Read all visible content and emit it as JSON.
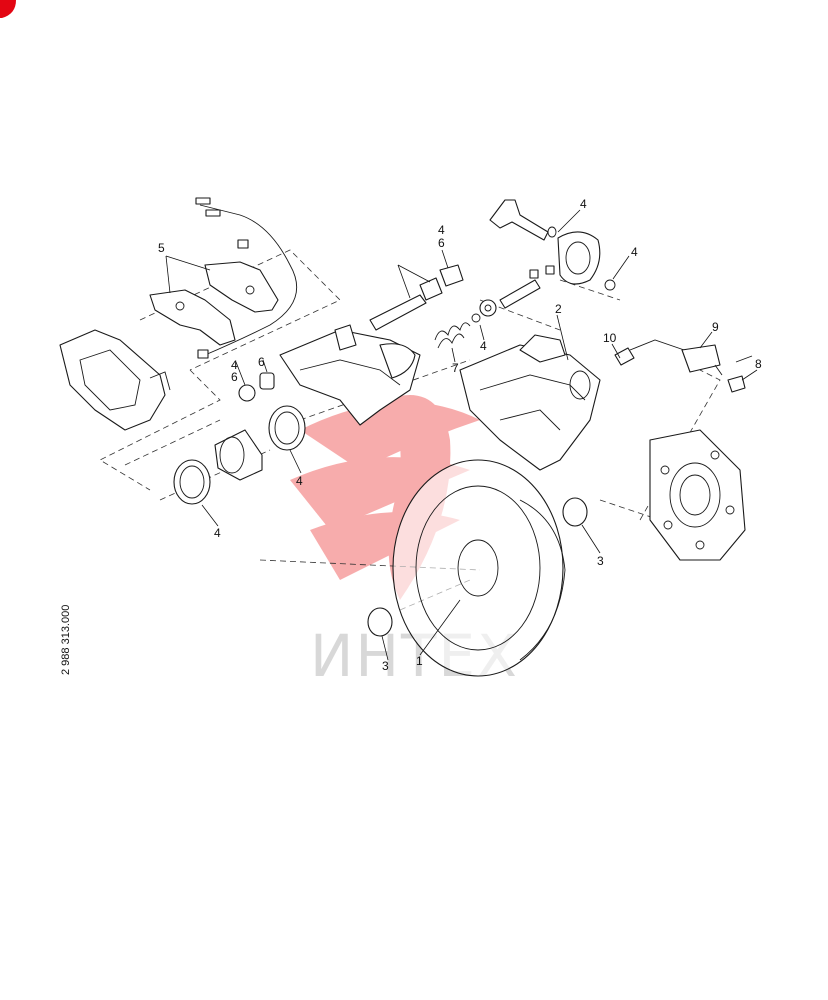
{
  "diagram": {
    "drawing_number": "2 988 313.000",
    "watermark_text": "ИНТЕХ",
    "colors": {
      "line": "#1a1a1a",
      "watermark_red": "#f26a6a",
      "watermark_grey": "#d8d8d8",
      "corner_badge": "#e30613"
    },
    "callouts": [
      {
        "id": "c-5",
        "text": "5"
      },
      {
        "id": "c-6a",
        "text": "6"
      },
      {
        "id": "c-4a",
        "text": "4"
      },
      {
        "id": "c-6b",
        "text": "6"
      },
      {
        "id": "c-4b",
        "text": "4"
      },
      {
        "id": "c-4c",
        "text": "4"
      },
      {
        "id": "c-4d",
        "text": "4"
      },
      {
        "id": "c-6c",
        "text": "6"
      },
      {
        "id": "c-7",
        "text": "7"
      },
      {
        "id": "c-4e",
        "text": "4"
      },
      {
        "id": "c-4f",
        "text": "4"
      },
      {
        "id": "c-2",
        "text": "2"
      },
      {
        "id": "c-4g",
        "text": "4"
      },
      {
        "id": "c-10",
        "text": "10"
      },
      {
        "id": "c-9",
        "text": "9"
      },
      {
        "id": "c-8",
        "text": "8"
      },
      {
        "id": "c-3a",
        "text": "3"
      },
      {
        "id": "c-3b",
        "text": "3"
      },
      {
        "id": "c-1",
        "text": "1"
      }
    ]
  }
}
